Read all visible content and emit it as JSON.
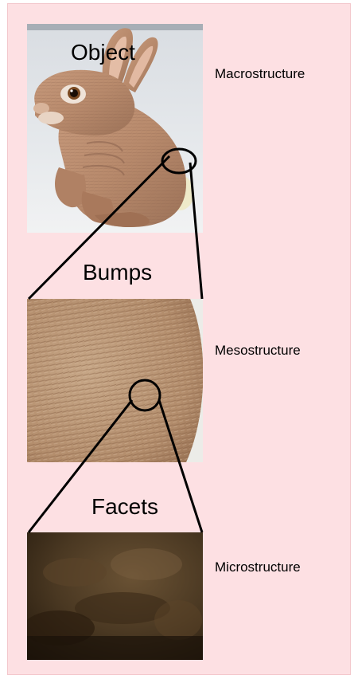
{
  "levels": [
    {
      "title": "Object",
      "structure": "Macrostructure"
    },
    {
      "title": "Bumps",
      "structure": "Mesostructure"
    },
    {
      "title": "Facets",
      "structure": "Microstructure"
    }
  ],
  "colors": {
    "panel_background": "#fde0e3",
    "text": "#000000",
    "zoom_lines": "#000000"
  }
}
